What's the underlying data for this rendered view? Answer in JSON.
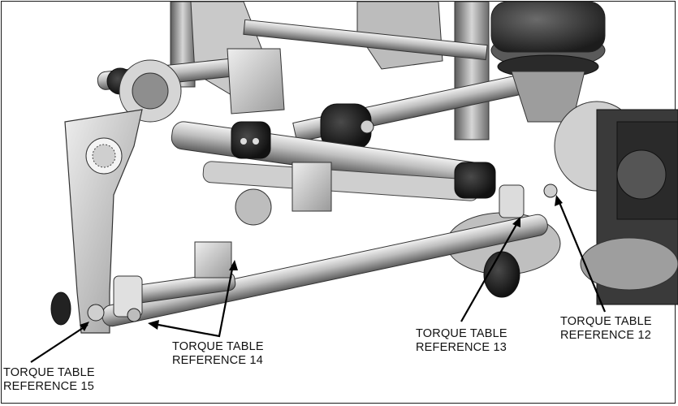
{
  "callouts": [
    {
      "id": "ref-15",
      "line1": "TORQUE TABLE",
      "line2": "REFERENCE 15"
    },
    {
      "id": "ref-14",
      "line1": "TORQUE TABLE",
      "line2": "REFERENCE 14"
    },
    {
      "id": "ref-13",
      "line1": "TORQUE TABLE",
      "line2": "REFERENCE 13"
    },
    {
      "id": "ref-12",
      "line1": "TORQUE TABLE",
      "line2": "REFERENCE 12"
    }
  ],
  "colors": {
    "frame": "#1a1a1a",
    "metal_dark": "#3a3a3a",
    "metal_mid": "#8c8c8c",
    "metal_light": "#d9d9d9",
    "air_spring": "#2b2b2b",
    "leader": "#000000"
  }
}
